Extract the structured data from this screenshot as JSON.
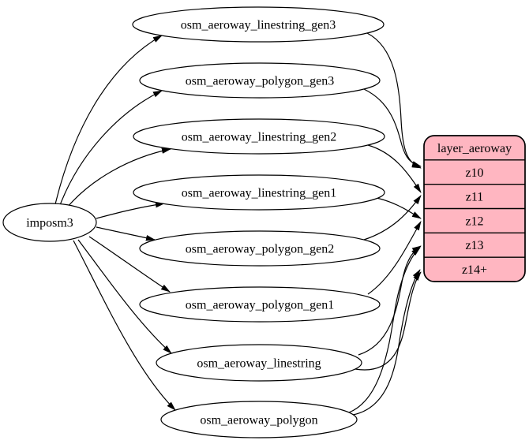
{
  "diagram": {
    "source_label": "imposm3",
    "tables": [
      "osm_aeroway_linestring_gen3",
      "osm_aeroway_polygon_gen3",
      "osm_aeroway_linestring_gen2",
      "osm_aeroway_linestring_gen1",
      "osm_aeroway_polygon_gen2",
      "osm_aeroway_polygon_gen1",
      "osm_aeroway_linestring",
      "osm_aeroway_polygon"
    ],
    "layer": {
      "title": "layer_aeroway",
      "rows": [
        "z10",
        "z11",
        "z12",
        "z13",
        "z14+"
      ]
    },
    "edges": [
      {
        "from": "imposm3",
        "to": "osm_aeroway_linestring_gen3"
      },
      {
        "from": "imposm3",
        "to": "osm_aeroway_polygon_gen3"
      },
      {
        "from": "imposm3",
        "to": "osm_aeroway_linestring_gen2"
      },
      {
        "from": "imposm3",
        "to": "osm_aeroway_linestring_gen1"
      },
      {
        "from": "imposm3",
        "to": "osm_aeroway_polygon_gen2"
      },
      {
        "from": "imposm3",
        "to": "osm_aeroway_polygon_gen1"
      },
      {
        "from": "imposm3",
        "to": "osm_aeroway_linestring"
      },
      {
        "from": "imposm3",
        "to": "osm_aeroway_polygon"
      },
      {
        "from": "osm_aeroway_linestring_gen3",
        "to": "z10"
      },
      {
        "from": "osm_aeroway_polygon_gen3",
        "to": "z10"
      },
      {
        "from": "osm_aeroway_linestring_gen2",
        "to": "z11"
      },
      {
        "from": "osm_aeroway_polygon_gen2",
        "to": "z11"
      },
      {
        "from": "osm_aeroway_linestring_gen1",
        "to": "z12"
      },
      {
        "from": "osm_aeroway_polygon_gen1",
        "to": "z12"
      },
      {
        "from": "osm_aeroway_linestring",
        "to": "z13"
      },
      {
        "from": "osm_aeroway_polygon",
        "to": "z13"
      },
      {
        "from": "osm_aeroway_linestring",
        "to": "z14+"
      },
      {
        "from": "osm_aeroway_polygon",
        "to": "z14+"
      }
    ],
    "colors": {
      "layer_fill": "#ffb6c1",
      "table_fill": "#ffffff",
      "stroke": "#000000"
    }
  }
}
